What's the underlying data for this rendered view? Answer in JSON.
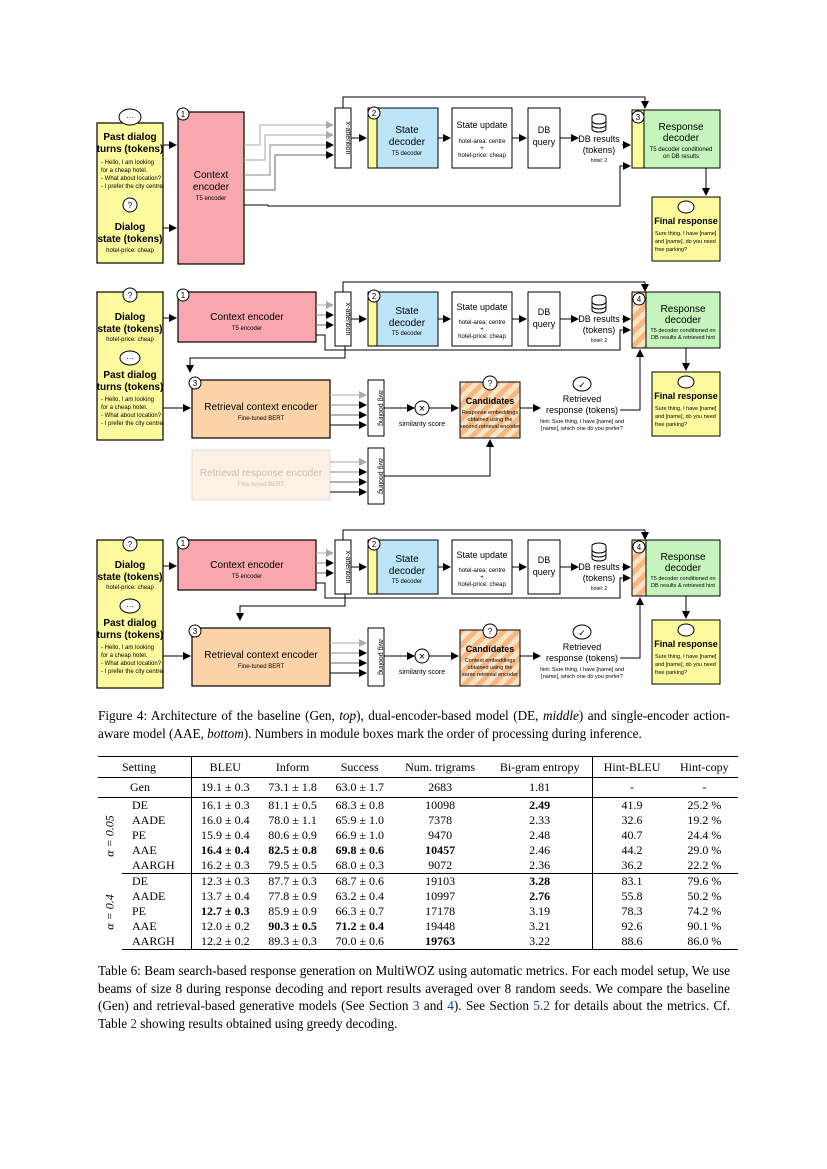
{
  "figure": {
    "past_dialog": "Past dialog",
    "turns_tokens": "turns (tokens)",
    "turn_lines": [
      "- Hello, I am looking",
      "for a cheap hotel.",
      "- What about location?",
      "- I prefer the city centre."
    ],
    "dialog": "Dialog",
    "state_tokens": "state (tokens)",
    "state_value": "hotel-price: cheap",
    "context_encoder": "Context encoder",
    "context": "Context",
    "encoder": "encoder",
    "t5_encoder": "T5 encoder",
    "xattention": "x-attention",
    "state": "State",
    "decoder": "decoder",
    "t5_decoder": "T5 decoder",
    "state_update": "State update",
    "state_update_lines": [
      "hotel-area: centre",
      "+",
      "hotel-price: cheap"
    ],
    "db": "DB",
    "query": "query",
    "db_results": "DB results",
    "tokens": "(tokens)",
    "hotel_count": "hotel: 2",
    "response": "Response",
    "rd_sub_top": [
      "T5 decoder conditioned",
      "on DB results"
    ],
    "rd_sub_hint": [
      "T5 decoder conditioned on",
      "DB results & retrieved hint"
    ],
    "final_response": "Final response",
    "final_lines": [
      "Sure thing, I have [name]",
      "and [name], do you need",
      "free parking?"
    ],
    "retrieval_context_encoder": "Retrieval context encoder",
    "finetuned_bert": "Fine-tuned BERT",
    "retrieval_response_encoder": "Retrieval response encoder",
    "avg_pooling": "avg pooling",
    "similarity_score": "similarity score",
    "candidates": "Candidates",
    "cand_mid": [
      "Response embeddings",
      "obtained using the",
      "second retrieval encoder"
    ],
    "cand_bot": [
      "Context embeddings",
      "obtained using the",
      "same retrieval encoder"
    ],
    "retrieved": "Retrieved",
    "response_tokens": "response (tokens)",
    "hint_lines": [
      "hint: Sure thing, I have [name] and",
      "[name], which one do you prefer?"
    ],
    "num1": "1",
    "num2": "2",
    "num3": "3",
    "num4": "4",
    "q": "?",
    "dots": "···",
    "check": "✓",
    "cross": "×"
  },
  "caption_fig": {
    "p1": "Figure 4:  Architecture of the baseline (Gen, ",
    "top": "top",
    "p2": "), dual-encoder-based model (DE, ",
    "middle": "middle",
    "p3": ") and single-encoder action-aware model (AAE, ",
    "bottom": "bottom",
    "p4": "). Numbers in module boxes mark the order of processing during inference."
  },
  "table": {
    "headers": [
      "Setting",
      "BLEU",
      "Inform",
      "Success",
      "Num. trigrams",
      "Bi-gram entropy",
      "Hint-BLEU",
      "Hint-copy"
    ],
    "gen": [
      "Gen",
      "19.1 ± 0.3",
      "73.1 ± 1.8",
      "63.0 ± 1.7",
      "2683",
      "1.81",
      "-",
      "-"
    ],
    "alpha1": "α = 0.05",
    "alpha2": "α = 0.4",
    "g1": [
      [
        "DE",
        "16.1 ± 0.3",
        "81.1 ± 0.5",
        "68.3 ± 0.8",
        "10098",
        "2.49",
        "41.9",
        "25.2 %"
      ],
      [
        "AADE",
        "16.0 ± 0.4",
        "78.0 ± 1.1",
        "65.9 ± 1.0",
        "7378",
        "2.33",
        "32.6",
        "19.2 %"
      ],
      [
        "PE",
        "15.9 ± 0.4",
        "80.6 ± 0.9",
        "66.9 ± 1.0",
        "9470",
        "2.48",
        "40.7",
        "24.4 %"
      ],
      [
        "AAE",
        "16.4 ± 0.4",
        "82.5 ± 0.8",
        "69.8 ± 0.6",
        "10457",
        "2.46",
        "44.2",
        "29.0 %"
      ],
      [
        "AARGH",
        "16.2 ± 0.3",
        "79.5 ± 0.5",
        "68.0 ± 0.3",
        "9072",
        "2.36",
        "36.2",
        "22.2 %"
      ]
    ],
    "g2": [
      [
        "DE",
        "12.3 ± 0.3",
        "87.7 ± 0.3",
        "68.7 ± 0.6",
        "19103",
        "3.28",
        "83.1",
        "79.6 %"
      ],
      [
        "AADE",
        "13.7 ± 0.4",
        "77.8 ± 0.9",
        "63.2 ± 0.4",
        "10997",
        "2.76",
        "55.8",
        "50.2 %"
      ],
      [
        "PE",
        "12.7 ± 0.3",
        "85.9 ± 0.9",
        "66.3 ± 0.7",
        "17178",
        "3.19",
        "78.3",
        "74.2 %"
      ],
      [
        "AAE",
        "12.0 ± 0.2",
        "90.3 ± 0.5",
        "71.2 ± 0.4",
        "19448",
        "3.21",
        "92.6",
        "90.1 %"
      ],
      [
        "AARGH",
        "12.2 ± 0.2",
        "89.3 ± 0.3",
        "70.0 ± 0.6",
        "19763",
        "3.22",
        "88.6",
        "86.0 %"
      ]
    ]
  },
  "caption_tab": {
    "p1": "Table 6:  Beam search-based response generation on MultiWOZ using automatic metrics. For each model setup, We use beams of size 8 during response decoding and report results averaged over 8 random seeds. We compare the baseline (Gen) and retrieval-based generative models (See Section ",
    "s3": "3",
    "and": " and ",
    "s4": "4",
    "p2": "). See Section ",
    "s52": "5.2",
    "p3": " for details about the metrics. Cf. Table ",
    "t2": "2",
    "p4": " showing results obtained using greedy decoding."
  }
}
